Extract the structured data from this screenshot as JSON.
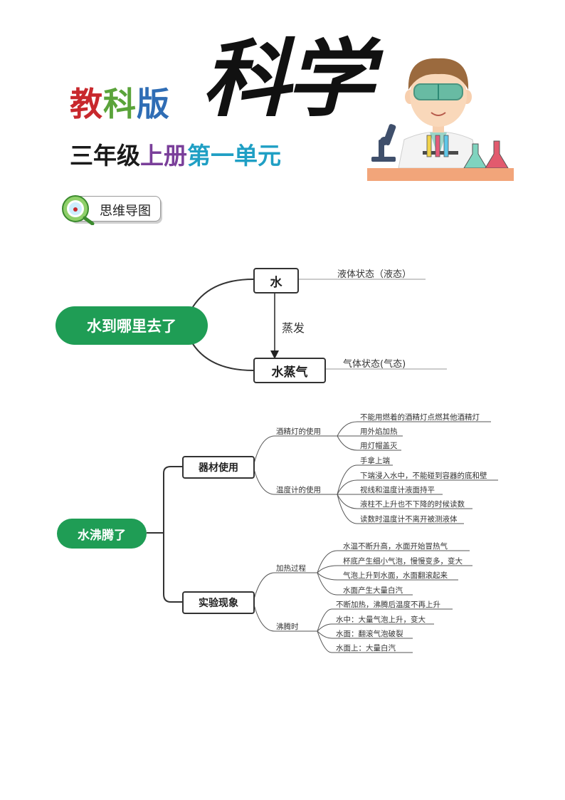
{
  "header": {
    "publisher": [
      "教",
      "科",
      "版"
    ],
    "grade": "三年级",
    "term": "上册",
    "unit": "第一单元",
    "subject": "科学"
  },
  "badge": {
    "label": "思维导图"
  },
  "map1": {
    "root": "水到哪里去了",
    "top": "水",
    "top_desc": "液体状态（液态）",
    "process": "蒸发",
    "bottom": "水蒸气",
    "bottom_desc": "气体状态(气态)"
  },
  "map2": {
    "root": "水沸腾了",
    "branches": [
      {
        "label": "器材使用",
        "subs": [
          {
            "label": "酒精灯的使用",
            "items": [
              "不能用燃着的酒精灯点燃其他酒精灯",
              "用外焰加热",
              "用灯帽盖灭"
            ]
          },
          {
            "label": "温度计的使用",
            "items": [
              "手拿上端",
              "下端浸入水中，不能碰到容器的底和壁",
              "视线和温度计液面持平",
              "液柱不上升也不下降的时候读数",
              "读数时温度计不离开被测液体"
            ]
          }
        ]
      },
      {
        "label": "实验现象",
        "subs": [
          {
            "label": "加热过程",
            "items": [
              "水温不断升高，水面开始冒热气",
              "杯底产生细小气泡，慢慢变多，变大",
              "气泡上升到水面，水面翻滚起来",
              "水面产生大量白汽"
            ]
          },
          {
            "label": "沸腾时",
            "items": [
              "不断加热，沸腾后温度不再上升",
              "水中：大量气泡上升，变大",
              "水面：翻滚气泡破裂",
              "水面上：大量白汽"
            ]
          }
        ]
      }
    ]
  }
}
